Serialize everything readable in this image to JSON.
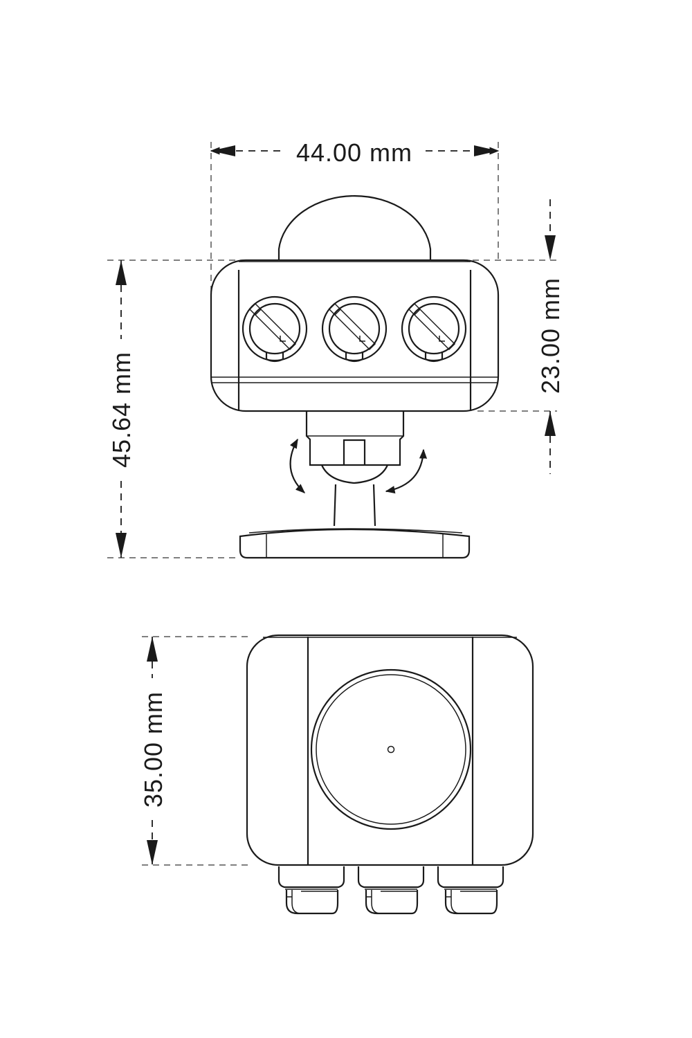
{
  "dimensions": {
    "width": "44.00 mm",
    "height_total": "45.64 mm",
    "height_body": "23.00 mm",
    "depth": "35.00 mm"
  },
  "colors": {
    "line": "#1a1a1a",
    "background": "#ffffff"
  }
}
